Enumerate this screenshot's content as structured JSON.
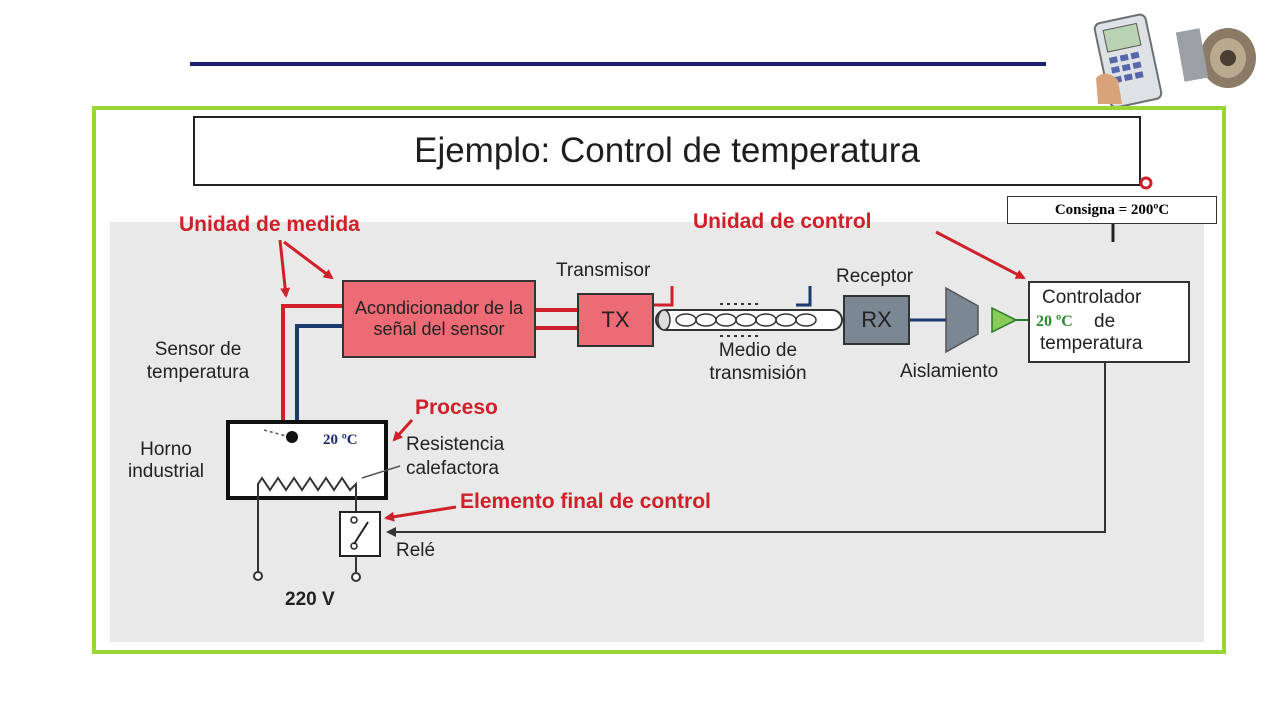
{
  "title": "Ejemplo: Control de temperatura",
  "labels": {
    "unidad_medida": "Unidad de medida",
    "unidad_control": "Unidad de control",
    "proceso": "Proceso",
    "elemento_final": "Elemento final de control",
    "consigna": "Consigna = 200ºC",
    "transmisor": "Transmisor",
    "receptor": "Receptor",
    "acondicionador": "Acondicionador de la señal del sensor",
    "tx": "TX",
    "rx": "RX",
    "medio_line1": "Medio de",
    "medio_line2": "transmisión",
    "aislamiento": "Aislamiento",
    "controlador_line1": "Controlador",
    "controlador_de": "de",
    "controlador_line3": "temperatura",
    "controlador_temp": "20 ºC",
    "sensor_line1": "Sensor de",
    "sensor_line2": "temperatura",
    "horno_line1": "Horno",
    "horno_line2": "industrial",
    "horno_temp": "20  ºC",
    "resistencia_line1": "Resistencia",
    "resistencia_line2": "calefactora",
    "rele": "Relé",
    "voltaje": "220 V"
  },
  "colors": {
    "frame": "#99d633",
    "panel": "#e9e9e9",
    "annotation_red": "#d0202a",
    "box_fill_red": "#ec6b74",
    "wire_blue": "#1a3a6e",
    "rx_fill": "#7b8793",
    "controller_temp_green": "#2a8a2a",
    "horno_temp_navy": "#1a2a6e"
  },
  "icons": [
    "handheld-calibrator-logo",
    "amplifier-triangle-icon",
    "coax-cable-icon",
    "heating-coil-icon",
    "relay-switch-icon"
  ]
}
